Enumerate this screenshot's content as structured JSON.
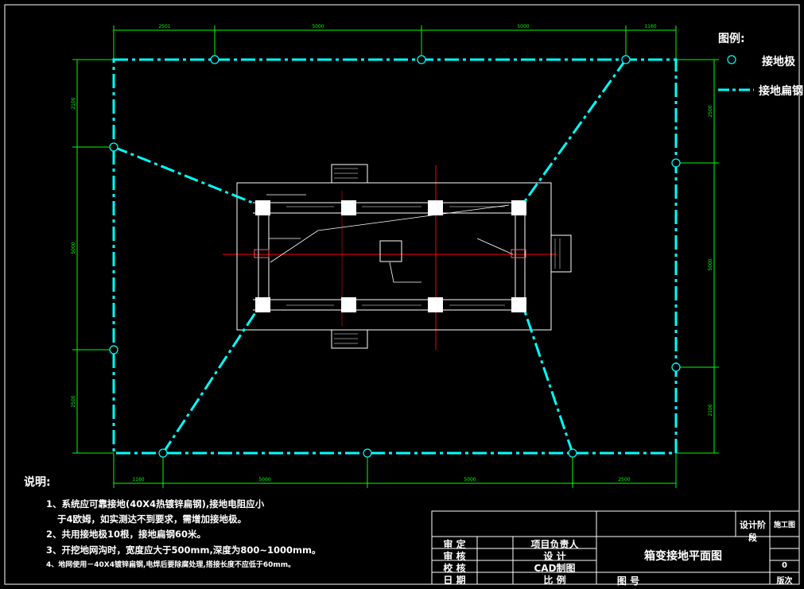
{
  "legend": {
    "title": "图例:",
    "electrode_label": "接地极",
    "flatsteel_label": "接地扁钢"
  },
  "dimensions": {
    "top": [
      "2501",
      "5000",
      "5000",
      "1160"
    ],
    "bottom": [
      "1160",
      "5000",
      "5000",
      "2500"
    ],
    "left": [
      "2100",
      "5000",
      "2500"
    ],
    "right": [
      "2500",
      "5000",
      "2100"
    ]
  },
  "notes": {
    "title": "说明:",
    "items": [
      "1、系统应可靠接地(40X4热镀锌扁钢),接地电阻应小",
      "于4欧姆，如实测达不到要求，需增加接地极。",
      "2、共用接地极10根，接地扁钢60米。",
      "3、开挖地网沟时，宽度应大于500mm,深度为800~1000mm。",
      "4、地网使用－40X4镀锌扁钢,电焊后要除腐处理,搭接长度不应低于60mm。"
    ]
  },
  "titleblock": {
    "r1": [
      "审 定",
      "项目负责人"
    ],
    "r2": [
      "审 核",
      "设 计"
    ],
    "r3": [
      "校 核",
      "CAD制图"
    ],
    "r4": [
      "日 期",
      "比 例"
    ],
    "drawing_title": "箱变接地平面图",
    "stage_label": "设计阶段",
    "stage_value": "施工图",
    "drawing_no_label": "图 号",
    "rev_value": "0",
    "rev_label": "版次"
  },
  "colors": {
    "ground_line": "#00ffff",
    "dimension": "#00ff00",
    "structure": "#ffffff",
    "centerline": "#ff0000"
  }
}
